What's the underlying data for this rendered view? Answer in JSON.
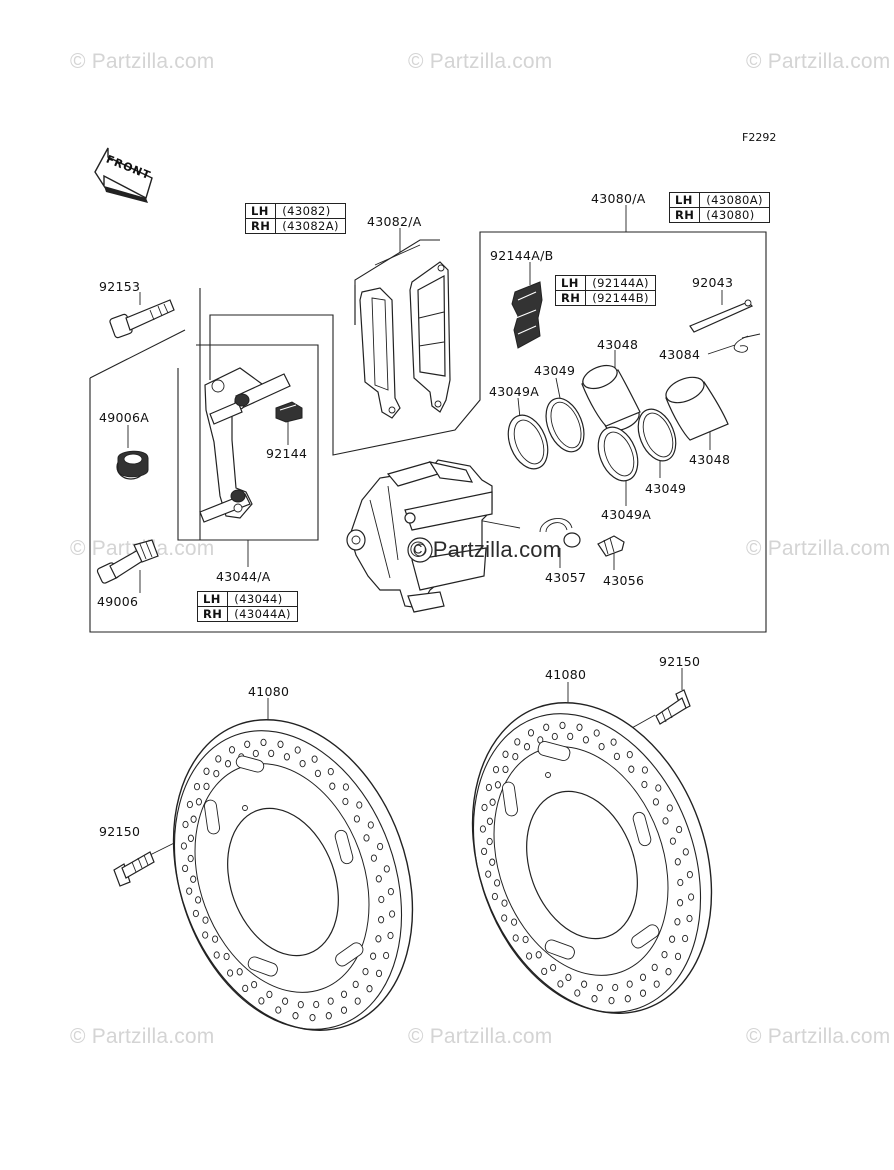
{
  "diagram_code": "F2292",
  "watermark": "© Partzilla.com",
  "front_arrow": "FRONT",
  "colors": {
    "line": "#222222",
    "watermark": "#d4d4d4"
  },
  "labels": {
    "caliper_assy": "43080/A",
    "pad_set": "43082/A",
    "pad_spring": "92144A/B",
    "bolt_92153": "92153",
    "pin_92043": "92043",
    "clip_43084": "43084",
    "piston_43048_top": "43048",
    "seal_43049_top": "43049",
    "seal_43049a_top": "43049A",
    "boot_49006a": "49006A",
    "spring_92144": "92144",
    "piston_43048_right": "43048",
    "seal_43049_bottom": "43049",
    "seal_43049a_bottom": "43049A",
    "bracket_43044": "43044/A",
    "pin_49006": "49006",
    "cap_43057": "43057",
    "valve_43056": "43056",
    "disc_left": "41080",
    "disc_right": "41080",
    "bolt_92150_right": "92150",
    "bolt_92150_left": "92150"
  },
  "tables": {
    "caliper": {
      "lh": "LH",
      "lh_part": "(43080A)",
      "rh": "RH",
      "rh_part": "(43080)"
    },
    "pads": {
      "lh": "LH",
      "lh_part": "(43082)",
      "rh": "RH",
      "rh_part": "(43082A)"
    },
    "spring": {
      "lh": "LH",
      "lh_part": "(92144A)",
      "rh": "RH",
      "rh_part": "(92144B)"
    },
    "bracket": {
      "lh": "LH",
      "lh_part": "(43044)",
      "rh": "RH",
      "rh_part": "(43044A)"
    }
  }
}
